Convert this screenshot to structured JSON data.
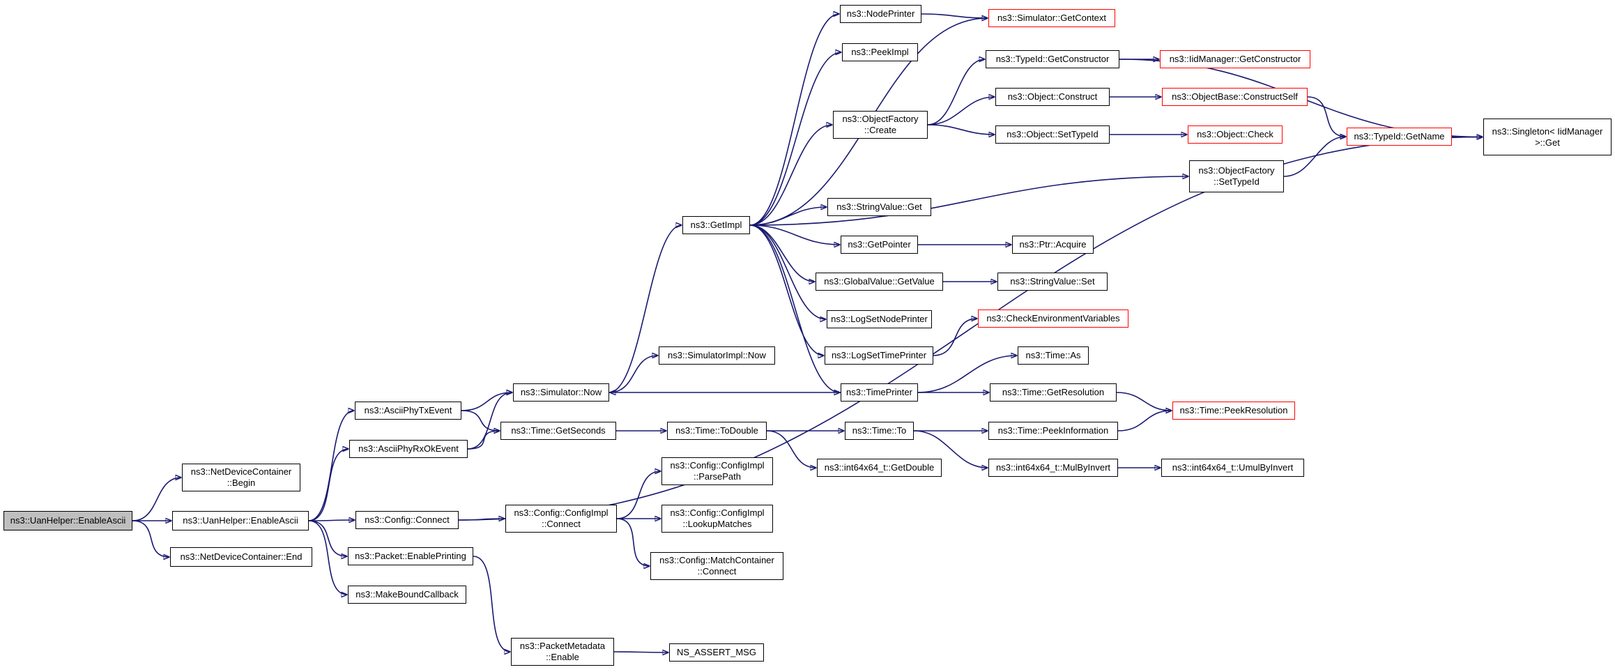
{
  "diagram": {
    "edge_color": "#191970",
    "nodes": [
      {
        "id": "root",
        "label": "ns3::UanHelper::EnableAscii",
        "style": "root"
      },
      {
        "id": "ndcBegin",
        "label": "ns3::NetDeviceContainer\n::Begin",
        "style": "black"
      },
      {
        "id": "enableAscii2",
        "label": "ns3::UanHelper::EnableAscii",
        "style": "black"
      },
      {
        "id": "ndcEnd",
        "label": "ns3::NetDeviceContainer::End",
        "style": "black"
      },
      {
        "id": "asciiTx",
        "label": "ns3::AsciiPhyTxEvent",
        "style": "black"
      },
      {
        "id": "asciiRx",
        "label": "ns3::AsciiPhyRxOkEvent",
        "style": "black"
      },
      {
        "id": "cfgConnect",
        "label": "ns3::Config::Connect",
        "style": "black"
      },
      {
        "id": "pktEnable",
        "label": "ns3::Packet::EnablePrinting",
        "style": "black"
      },
      {
        "id": "makeBound",
        "label": "ns3::MakeBoundCallback",
        "style": "black"
      },
      {
        "id": "simNow",
        "label": "ns3::Simulator::Now",
        "style": "black"
      },
      {
        "id": "getSeconds",
        "label": "ns3::Time::GetSeconds",
        "style": "black"
      },
      {
        "id": "cfgImplConnect",
        "label": "ns3::Config::ConfigImpl\n::Connect",
        "style": "black"
      },
      {
        "id": "pmEnable",
        "label": "ns3::PacketMetadata\n::Enable",
        "style": "black"
      },
      {
        "id": "getImpl",
        "label": "ns3::GetImpl",
        "style": "black"
      },
      {
        "id": "simImplNow",
        "label": "ns3::SimulatorImpl::Now",
        "style": "black"
      },
      {
        "id": "toDouble",
        "label": "ns3::Time::ToDouble",
        "style": "black"
      },
      {
        "id": "parsePath",
        "label": "ns3::Config::ConfigImpl\n::ParsePath",
        "style": "black"
      },
      {
        "id": "lookupMatches",
        "label": "ns3::Config::ConfigImpl\n::LookupMatches",
        "style": "black"
      },
      {
        "id": "mcConnect",
        "label": "ns3::Config::MatchContainer\n::Connect",
        "style": "black"
      },
      {
        "id": "assertMsg",
        "label": "NS_ASSERT_MSG",
        "style": "black"
      },
      {
        "id": "nodePrinter",
        "label": "ns3::NodePrinter",
        "style": "black"
      },
      {
        "id": "peekImpl",
        "label": "ns3::PeekImpl",
        "style": "black"
      },
      {
        "id": "ofCreate",
        "label": "ns3::ObjectFactory\n::Create",
        "style": "black"
      },
      {
        "id": "svGet",
        "label": "ns3::StringValue::Get",
        "style": "black"
      },
      {
        "id": "getPointer",
        "label": "ns3::GetPointer",
        "style": "black"
      },
      {
        "id": "gvGetValue",
        "label": "ns3::GlobalValue::GetValue",
        "style": "black"
      },
      {
        "id": "logNode",
        "label": "ns3::LogSetNodePrinter",
        "style": "black"
      },
      {
        "id": "logTime",
        "label": "ns3::LogSetTimePrinter",
        "style": "black"
      },
      {
        "id": "timePrinter",
        "label": "ns3::TimePrinter",
        "style": "black"
      },
      {
        "id": "timeTo",
        "label": "ns3::Time::To",
        "style": "black"
      },
      {
        "id": "i64GetDouble",
        "label": "ns3::int64x64_t::GetDouble",
        "style": "black"
      },
      {
        "id": "getContext",
        "label": "ns3::Simulator::GetContext",
        "style": "red"
      },
      {
        "id": "tidGetCtor",
        "label": "ns3::TypeId::GetConstructor",
        "style": "black"
      },
      {
        "id": "objConstruct",
        "label": "ns3::Object::Construct",
        "style": "black"
      },
      {
        "id": "objSetTypeId",
        "label": "ns3::Object::SetTypeId",
        "style": "black"
      },
      {
        "id": "ofSetTypeId",
        "label": "ns3::ObjectFactory\n::SetTypeId",
        "style": "black"
      },
      {
        "id": "ptrAcquire",
        "label": "ns3::Ptr::Acquire",
        "style": "black"
      },
      {
        "id": "svSet",
        "label": "ns3::StringValue::Set",
        "style": "black"
      },
      {
        "id": "checkEnv",
        "label": "ns3::CheckEnvironmentVariables",
        "style": "red"
      },
      {
        "id": "timeAs",
        "label": "ns3::Time::As",
        "style": "black"
      },
      {
        "id": "getResolution",
        "label": "ns3::Time::GetResolution",
        "style": "black"
      },
      {
        "id": "peekInfo",
        "label": "ns3::Time::PeekInformation",
        "style": "black"
      },
      {
        "id": "mulByInvert",
        "label": "ns3::int64x64_t::MulByInvert",
        "style": "black"
      },
      {
        "id": "iidGetCtor",
        "label": "ns3::IidManager::GetConstructor",
        "style": "red"
      },
      {
        "id": "obConstructSelf",
        "label": "ns3::ObjectBase::ConstructSelf",
        "style": "red"
      },
      {
        "id": "objCheck",
        "label": "ns3::Object::Check",
        "style": "red"
      },
      {
        "id": "umulByInvert",
        "label": "ns3::int64x64_t::UmulByInvert",
        "style": "black"
      },
      {
        "id": "peekResolution",
        "label": "ns3::Time::PeekResolution",
        "style": "red"
      },
      {
        "id": "tidGetName",
        "label": "ns3::TypeId::GetName",
        "style": "red"
      },
      {
        "id": "singletonGet",
        "label": "ns3::Singleton< IidManager\n>::Get",
        "style": "black"
      }
    ],
    "edges": [
      [
        "root",
        "ndcBegin"
      ],
      [
        "root",
        "enableAscii2"
      ],
      [
        "root",
        "ndcEnd"
      ],
      [
        "enableAscii2",
        "asciiTx"
      ],
      [
        "enableAscii2",
        "asciiRx"
      ],
      [
        "enableAscii2",
        "cfgConnect"
      ],
      [
        "enableAscii2",
        "pktEnable"
      ],
      [
        "enableAscii2",
        "makeBound"
      ],
      [
        "asciiTx",
        "simNow"
      ],
      [
        "asciiTx",
        "getSeconds"
      ],
      [
        "asciiRx",
        "simNow"
      ],
      [
        "asciiRx",
        "getSeconds"
      ],
      [
        "cfgConnect",
        "cfgImplConnect"
      ],
      [
        "cfgConnect",
        "singletonGet"
      ],
      [
        "pktEnable",
        "pmEnable"
      ],
      [
        "simNow",
        "getImpl"
      ],
      [
        "simNow",
        "simImplNow"
      ],
      [
        "getSeconds",
        "toDouble"
      ],
      [
        "cfgImplConnect",
        "parsePath"
      ],
      [
        "cfgImplConnect",
        "lookupMatches"
      ],
      [
        "cfgImplConnect",
        "mcConnect"
      ],
      [
        "pmEnable",
        "assertMsg"
      ],
      [
        "getImpl",
        "nodePrinter"
      ],
      [
        "getImpl",
        "peekImpl"
      ],
      [
        "getImpl",
        "getContext"
      ],
      [
        "getImpl",
        "ofCreate"
      ],
      [
        "getImpl",
        "ofSetTypeId"
      ],
      [
        "getImpl",
        "svGet"
      ],
      [
        "getImpl",
        "getPointer"
      ],
      [
        "getImpl",
        "gvGetValue"
      ],
      [
        "getImpl",
        "logNode"
      ],
      [
        "getImpl",
        "logTime"
      ],
      [
        "getImpl",
        "timePrinter"
      ],
      [
        "toDouble",
        "timeTo"
      ],
      [
        "toDouble",
        "i64GetDouble"
      ],
      [
        "nodePrinter",
        "getContext"
      ],
      [
        "ofCreate",
        "tidGetCtor"
      ],
      [
        "ofCreate",
        "objConstruct"
      ],
      [
        "ofCreate",
        "objSetTypeId"
      ],
      [
        "getPointer",
        "ptrAcquire"
      ],
      [
        "gvGetValue",
        "svSet"
      ],
      [
        "logTime",
        "checkEnv"
      ],
      [
        "timePrinter",
        "simNow"
      ],
      [
        "timePrinter",
        "timeAs"
      ],
      [
        "timePrinter",
        "getResolution"
      ],
      [
        "timeTo",
        "peekInfo"
      ],
      [
        "timeTo",
        "mulByInvert"
      ],
      [
        "tidGetCtor",
        "iidGetCtor"
      ],
      [
        "tidGetCtor",
        "singletonGet"
      ],
      [
        "objConstruct",
        "obConstructSelf"
      ],
      [
        "objSetTypeId",
        "objCheck"
      ],
      [
        "ofSetTypeId",
        "tidGetName"
      ],
      [
        "getResolution",
        "peekResolution"
      ],
      [
        "peekInfo",
        "peekResolution"
      ],
      [
        "mulByInvert",
        "umulByInvert"
      ],
      [
        "obConstructSelf",
        "tidGetName"
      ],
      [
        "tidGetName",
        "singletonGet"
      ]
    ]
  }
}
